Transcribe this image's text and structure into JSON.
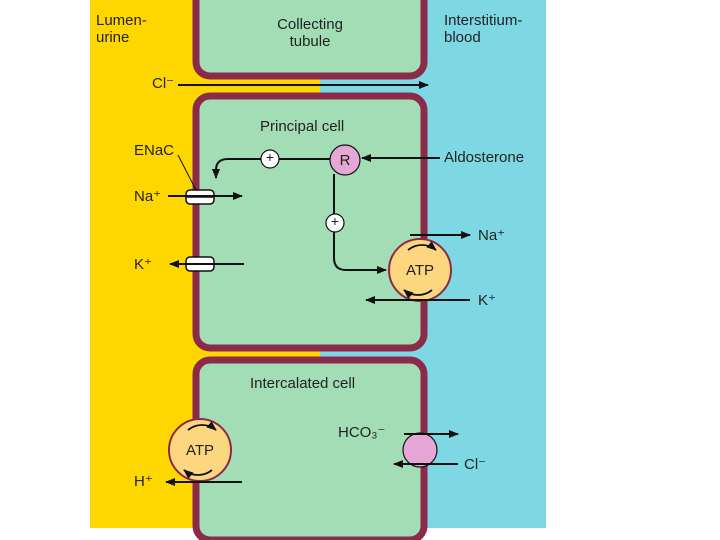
{
  "regions": {
    "lumen": "Lumen-urine",
    "collecting_tubule": "Collecting tubule",
    "interstitium": "Interstitium-blood"
  },
  "cells": {
    "principal": {
      "title": "Principal cell",
      "receptor": "R",
      "hormone": "Aldosterone",
      "channel": "ENaC",
      "pump": "ATP",
      "plus_sign": "+",
      "ions": {
        "na_lumen": "Na⁺",
        "k_lumen": "K⁺",
        "na_blood": "Na⁺",
        "k_blood": "K⁺"
      }
    },
    "intercalated": {
      "title": "Intercalated cell",
      "pump": "ATP",
      "ions": {
        "h_lumen": "H⁺",
        "hco3": "HCO₃⁻",
        "cl_blood": "Cl⁻"
      }
    }
  },
  "paracellular": {
    "cl": "Cl⁻"
  },
  "colors": {
    "lumen": "#FFD700",
    "interstitium": "#7ED8E4",
    "cell_fill": "#A3DDB5",
    "membrane": "#8C2A4A",
    "receptor": "#E6A6D6",
    "pump": "#FCD77F",
    "exchanger": "#E6A6D6"
  }
}
